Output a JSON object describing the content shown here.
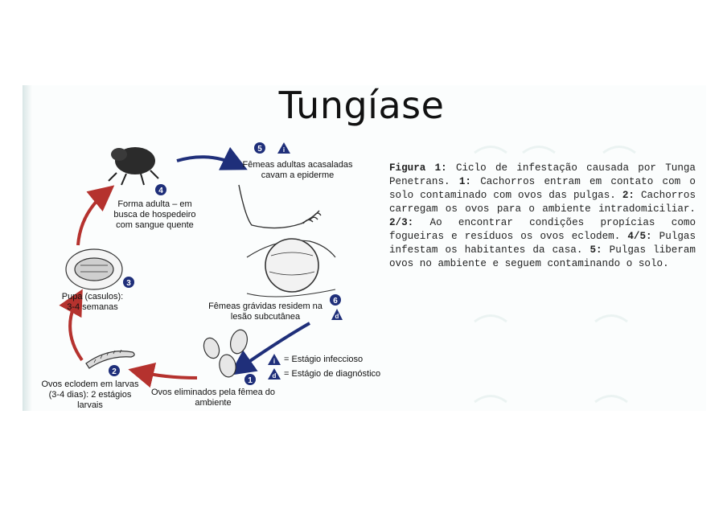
{
  "title": "Tungíase",
  "caption": {
    "fig_label": "Figura 1:",
    "fig_text": " Ciclo de infestação causada por Tunga Penetrans. ",
    "s1_label": "1:",
    "s1_text": " Cachorros entram em contato com o solo contaminado com ovos das pulgas. ",
    "s2_label": "2:",
    "s2_text": " Cachorros carregam os ovos para o ambiente intradomiciliar. ",
    "s23_label": "2/3:",
    "s23_text": " Ao encontrar condições propícias como fogueiras e resíduos os ovos eclodem. ",
    "s45_label": "4/5:",
    "s45_text": " Pulgas infestam os habitantes da casa. ",
    "s5_label": "5:",
    "s5_text": " Pulgas liberam ovos no ambiente e seguem contaminando o solo."
  },
  "diagram": {
    "stages": [
      {
        "num": "1",
        "line1": "Ovos eliminados pela fêmea do",
        "line2": "ambiente"
      },
      {
        "num": "2",
        "line1": "Ovos eclodem em larvas",
        "line2": "(3-4 dias): 2 estágios",
        "line3": "larvais"
      },
      {
        "num": "3",
        "line1": "Pupa (casulos):",
        "line2": "3-4 semanas"
      },
      {
        "num": "4",
        "line1": "Forma adulta – em",
        "line2": "busca de hospedeiro",
        "line3": "com sangue quente"
      },
      {
        "num": "5",
        "line1": "Fêmeas adultas acasaladas",
        "line2": "cavam a epiderme"
      },
      {
        "num": "6",
        "line1": "Fêmeas grávidas residem na",
        "line2": "lesão subcutânea"
      }
    ],
    "legend": {
      "infective_symbol": "i",
      "infective": "= Estágio infeccioso",
      "diagnostic_symbol": "d",
      "diagnostic": "= Estágio de diagnóstico"
    },
    "colors": {
      "arrow_red": "#b5322e",
      "arrow_blue": "#1f2f7a",
      "badge": "#1f2f7a"
    }
  }
}
